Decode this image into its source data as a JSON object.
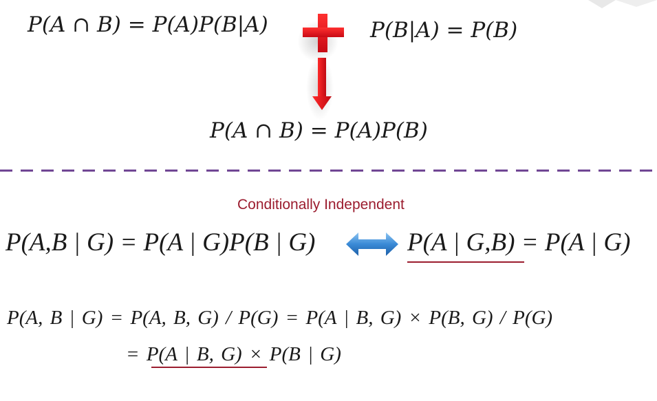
{
  "top": {
    "eq_left": "P(A ∩ B) = P(A)P(B|A)",
    "eq_right": "P(B|A) = P(B)",
    "eq_result": "P(A ∩ B) = P(A)P(B)"
  },
  "section": {
    "heading": "Conditionally Independent"
  },
  "cond": {
    "eq_left": "P(A,B | G) = P(A | G)P(B | G)",
    "eq_right": "P(A | G,B) = P(A | G)"
  },
  "derivation": {
    "line1": "P(A, B  |  G)  =  P(A, B, G) / P(G)  =  P(A  |  B, G) × P(B, G) / P(G)",
    "line2": "=  P(A  |  B, G) × P(B  |  G)"
  },
  "colors": {
    "accent_red": "#e0141e",
    "heading_maroon": "#9b1c2e",
    "divider_purple": "#6a3e8f",
    "arrow_blue": "#3a8ad6"
  },
  "icons": [
    "plus-icon",
    "down-arrow-icon",
    "bidirectional-arrow-icon"
  ]
}
